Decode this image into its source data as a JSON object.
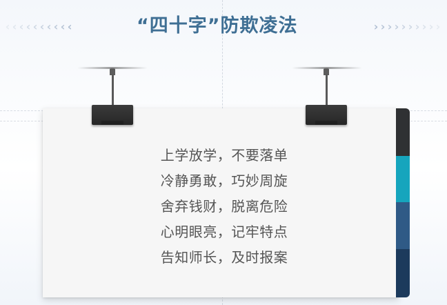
{
  "header": {
    "title": "“四十字”防欺凌法",
    "chevrons_left": [
      "‹",
      "‹",
      "‹",
      "‹",
      "‹",
      "‹",
      "‹",
      "‹",
      "‹",
      "‹"
    ],
    "chevrons_right": [
      "›",
      "›",
      "›",
      "›",
      "›",
      "›",
      "›",
      "›",
      "›",
      "›"
    ],
    "chevron_left_colors": [
      "#e6ebf1",
      "#e0e6ee",
      "#dbe2eb",
      "#d5dde8",
      "#cfd8e4",
      "#c9d3e1",
      "#c3cedd",
      "#bdc9da",
      "#b7c4d6",
      "#b1bfd3"
    ],
    "chevron_right_colors": [
      "#b1bfd3",
      "#b7c4d6",
      "#bdc9da",
      "#c3cedd",
      "#c9d3e1",
      "#cfd8e4",
      "#d5dde8",
      "#dbe2eb",
      "#e0e6ee",
      "#e6ebf1"
    ]
  },
  "card": {
    "lines": [
      "上学放学，不要落单",
      "冷静勇敢，巧妙周旋",
      "舍弃钱财，脱离危险",
      "心明眼亮，记牢特点",
      "告知师长，及时报案"
    ],
    "tab_colors": [
      "#2f3133",
      "#16a5bd",
      "#2f5a86",
      "#1c3a5c"
    ]
  },
  "colors": {
    "title": "#3f6f94",
    "text": "#555555",
    "card_background": "#f6f6f6",
    "clip": "#2b2b2b"
  }
}
